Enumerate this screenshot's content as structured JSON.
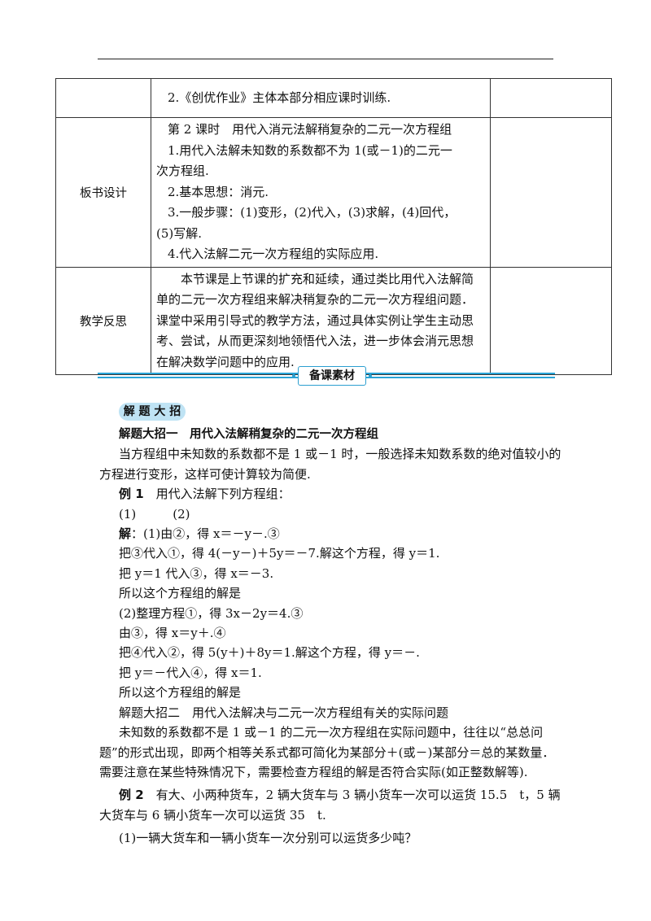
{
  "table": {
    "row1": {
      "label": "",
      "lines": [
        "2.《创优作业》主体本部分相应课时训练."
      ]
    },
    "row2": {
      "label": "板书设计",
      "lines": [
        "第 2 课时　用代入消元法解稍复杂的二元一次方程组",
        "1.用代入法解未知数的系数都不为 1(或－1)的二元一",
        "次方程组.",
        "2.基本思想：消元.",
        "3.一般步骤：(1)变形，(2)代入，(3)求解，(4)回代，",
        "(5)写解.",
        "4.代入法解二元一次方程组的实际应用."
      ]
    },
    "row3": {
      "label": "教学反思",
      "text": "本节课是上节课的扩充和延续，通过类比用代入法解简单的二元一次方程组来解决稍复杂的二元一次方程组问题．课堂中采用引导式的教学方法，通过具体实例让学生主动思考、尝试，从而更深刻地领悟代入法，进一步体会消元思想在解决数学问题中的应用."
    }
  },
  "banner": {
    "label": "备课素材"
  },
  "badge": {
    "label": "解 题 大 招"
  },
  "body": {
    "tip1_title": "解题大招一　用代入法解稍复杂的二元一次方程组",
    "tip1_text": "当方程组中未知数的系数都不是 1 或－1 时，一般选择未知数系数的绝对值较小的方程进行变形，这样可使计算较为简便.",
    "ex1_label": "例 1",
    "ex1_text": "　用代入法解下列方程组：",
    "ex1_parts": "(1)　　　(2)",
    "sol_label": "解",
    "sol_lines": [
      "：(1)由②，得 x＝－y－.③",
      "把③代入①，得 4(－y－)＋5y＝－7.解这个方程，得 y＝1.",
      "把 y＝1 代入③，得 x＝－3.",
      "所以这个方程组的解是",
      "(2)整理方程①，得 3x－2y＝4.③",
      "由③，得 x＝y＋.④",
      "把④代入②，得 5(y＋)＋8y＝1.解这个方程，得 y＝－.",
      "把 y＝－代入④，得 x＝1.",
      "所以这个方程组的解是"
    ],
    "tip2_title": "解题大招二　用代入法解决与二元一次方程组有关的实际问题",
    "tip2_text": "未知数的系数都不是 1 或－1 的二元一次方程组在实际问题中，往往以“总总问题”的形式出现，即两个相等关系式都可简化为某部分＋(或－)某部分＝总的某数量．需要注意在某些特殊情况下，需要检查方程组的解是否符合实际(如正整数解等).",
    "ex2_label": "例 2",
    "ex2_text": "　有大、小两种货车，2 辆大货车与 3 辆小货车一次可以运货 15.5　t，5 辆大货车与 6 辆小货车一次可以运货 35　t.",
    "ex2_q1": "(1)一辆大货车和一辆小货车一次分别可以运货多少吨？"
  }
}
